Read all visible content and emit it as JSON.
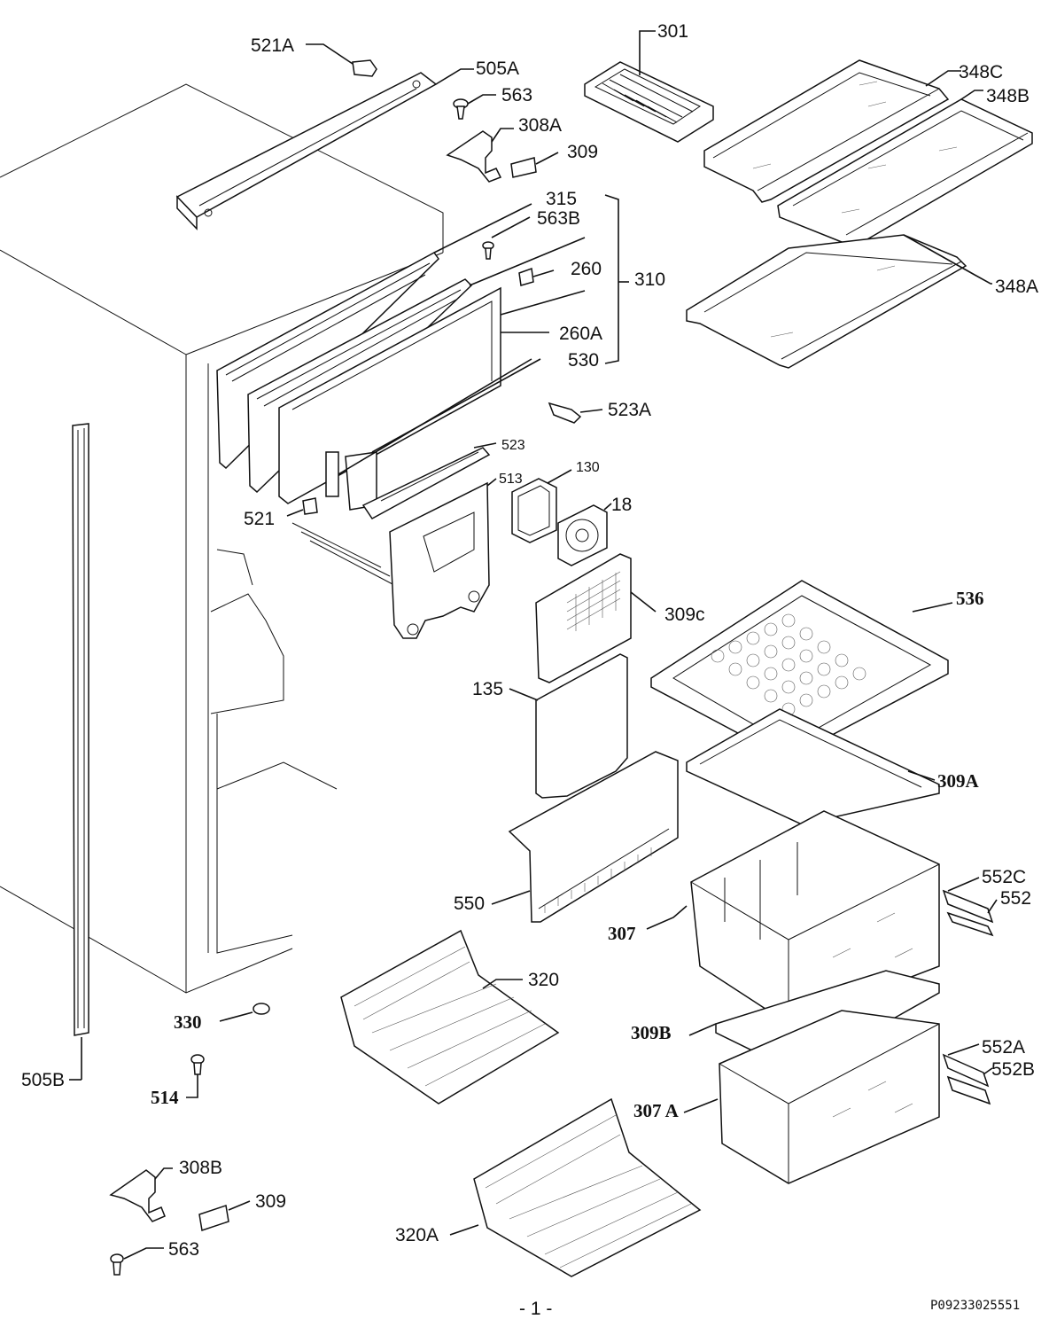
{
  "labels": {
    "l521A": "521A",
    "l505A": "505A",
    "l563_top": "563",
    "l308A": "308A",
    "l309_top": "309",
    "l301": "301",
    "l348C": "348C",
    "l348B": "348B",
    "l348A": "348A",
    "l315": "315",
    "l563B": "563B",
    "l260": "260",
    "l310": "310",
    "l260A": "260A",
    "l530": "530",
    "l523A": "523A",
    "l523": "523",
    "l130": "130",
    "l513": "513",
    "l18": "18",
    "l521": "521",
    "l309C": "309c",
    "l536": "536",
    "l135": "135",
    "l309A": "309A",
    "l550": "550",
    "l552C": "552C",
    "l552": "552",
    "l307": "307",
    "l320": "320",
    "l330": "330",
    "l309B": "309B",
    "l552A": "552A",
    "l552B": "552B",
    "l505B": "505B",
    "l514": "514",
    "l307A": "307 A",
    "l308B": "308B",
    "l309_bottom": "309",
    "l563_bottom": "563",
    "l320A": "320A"
  },
  "page_number": "- 1 -",
  "drawing_code": "P09233025551"
}
